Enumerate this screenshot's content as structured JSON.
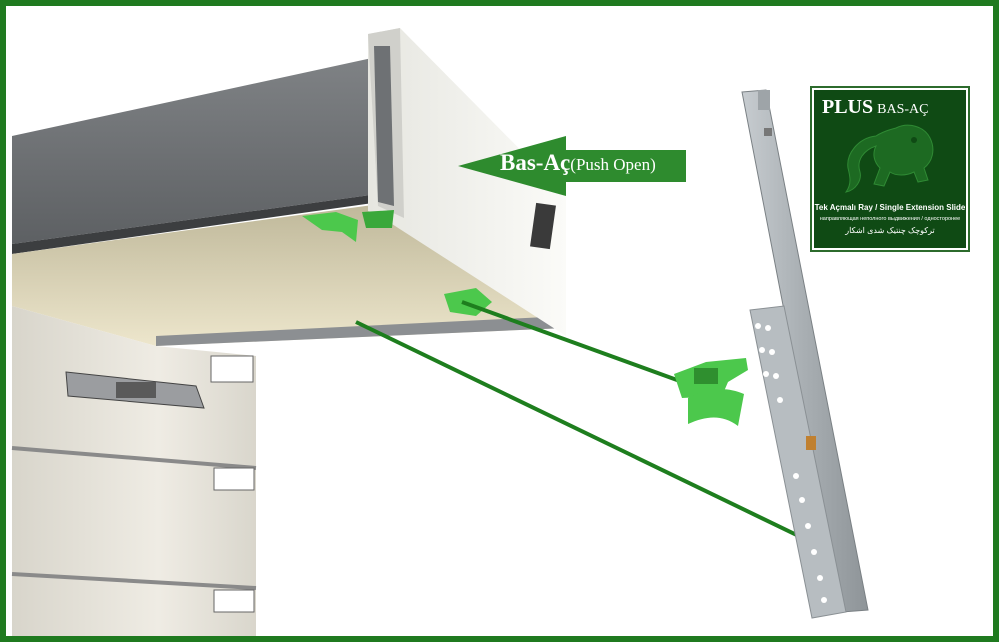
{
  "push_open_arrow": {
    "main_label": "Bas-Aç",
    "sub_label": "(Push Open)"
  },
  "badge": {
    "brand": "PLUS",
    "product": "BAS-AÇ",
    "description": "Tek Açmalı Ray / Single Extension Slide",
    "line_cyrillic": "направляющая неполного выдвижения / односторонее",
    "line_persian": "ترکوچک چنتیک شدی اشکار"
  },
  "colors": {
    "frame_green": "#1f7a1f",
    "arrow_green": "#2e8b2e",
    "badge_green": "#0f4a14",
    "clip_green": "#4cc84c",
    "rail_grey": "#9aa0a4"
  },
  "icons": [
    "lion-icon",
    "push-open-arrow-icon"
  ]
}
